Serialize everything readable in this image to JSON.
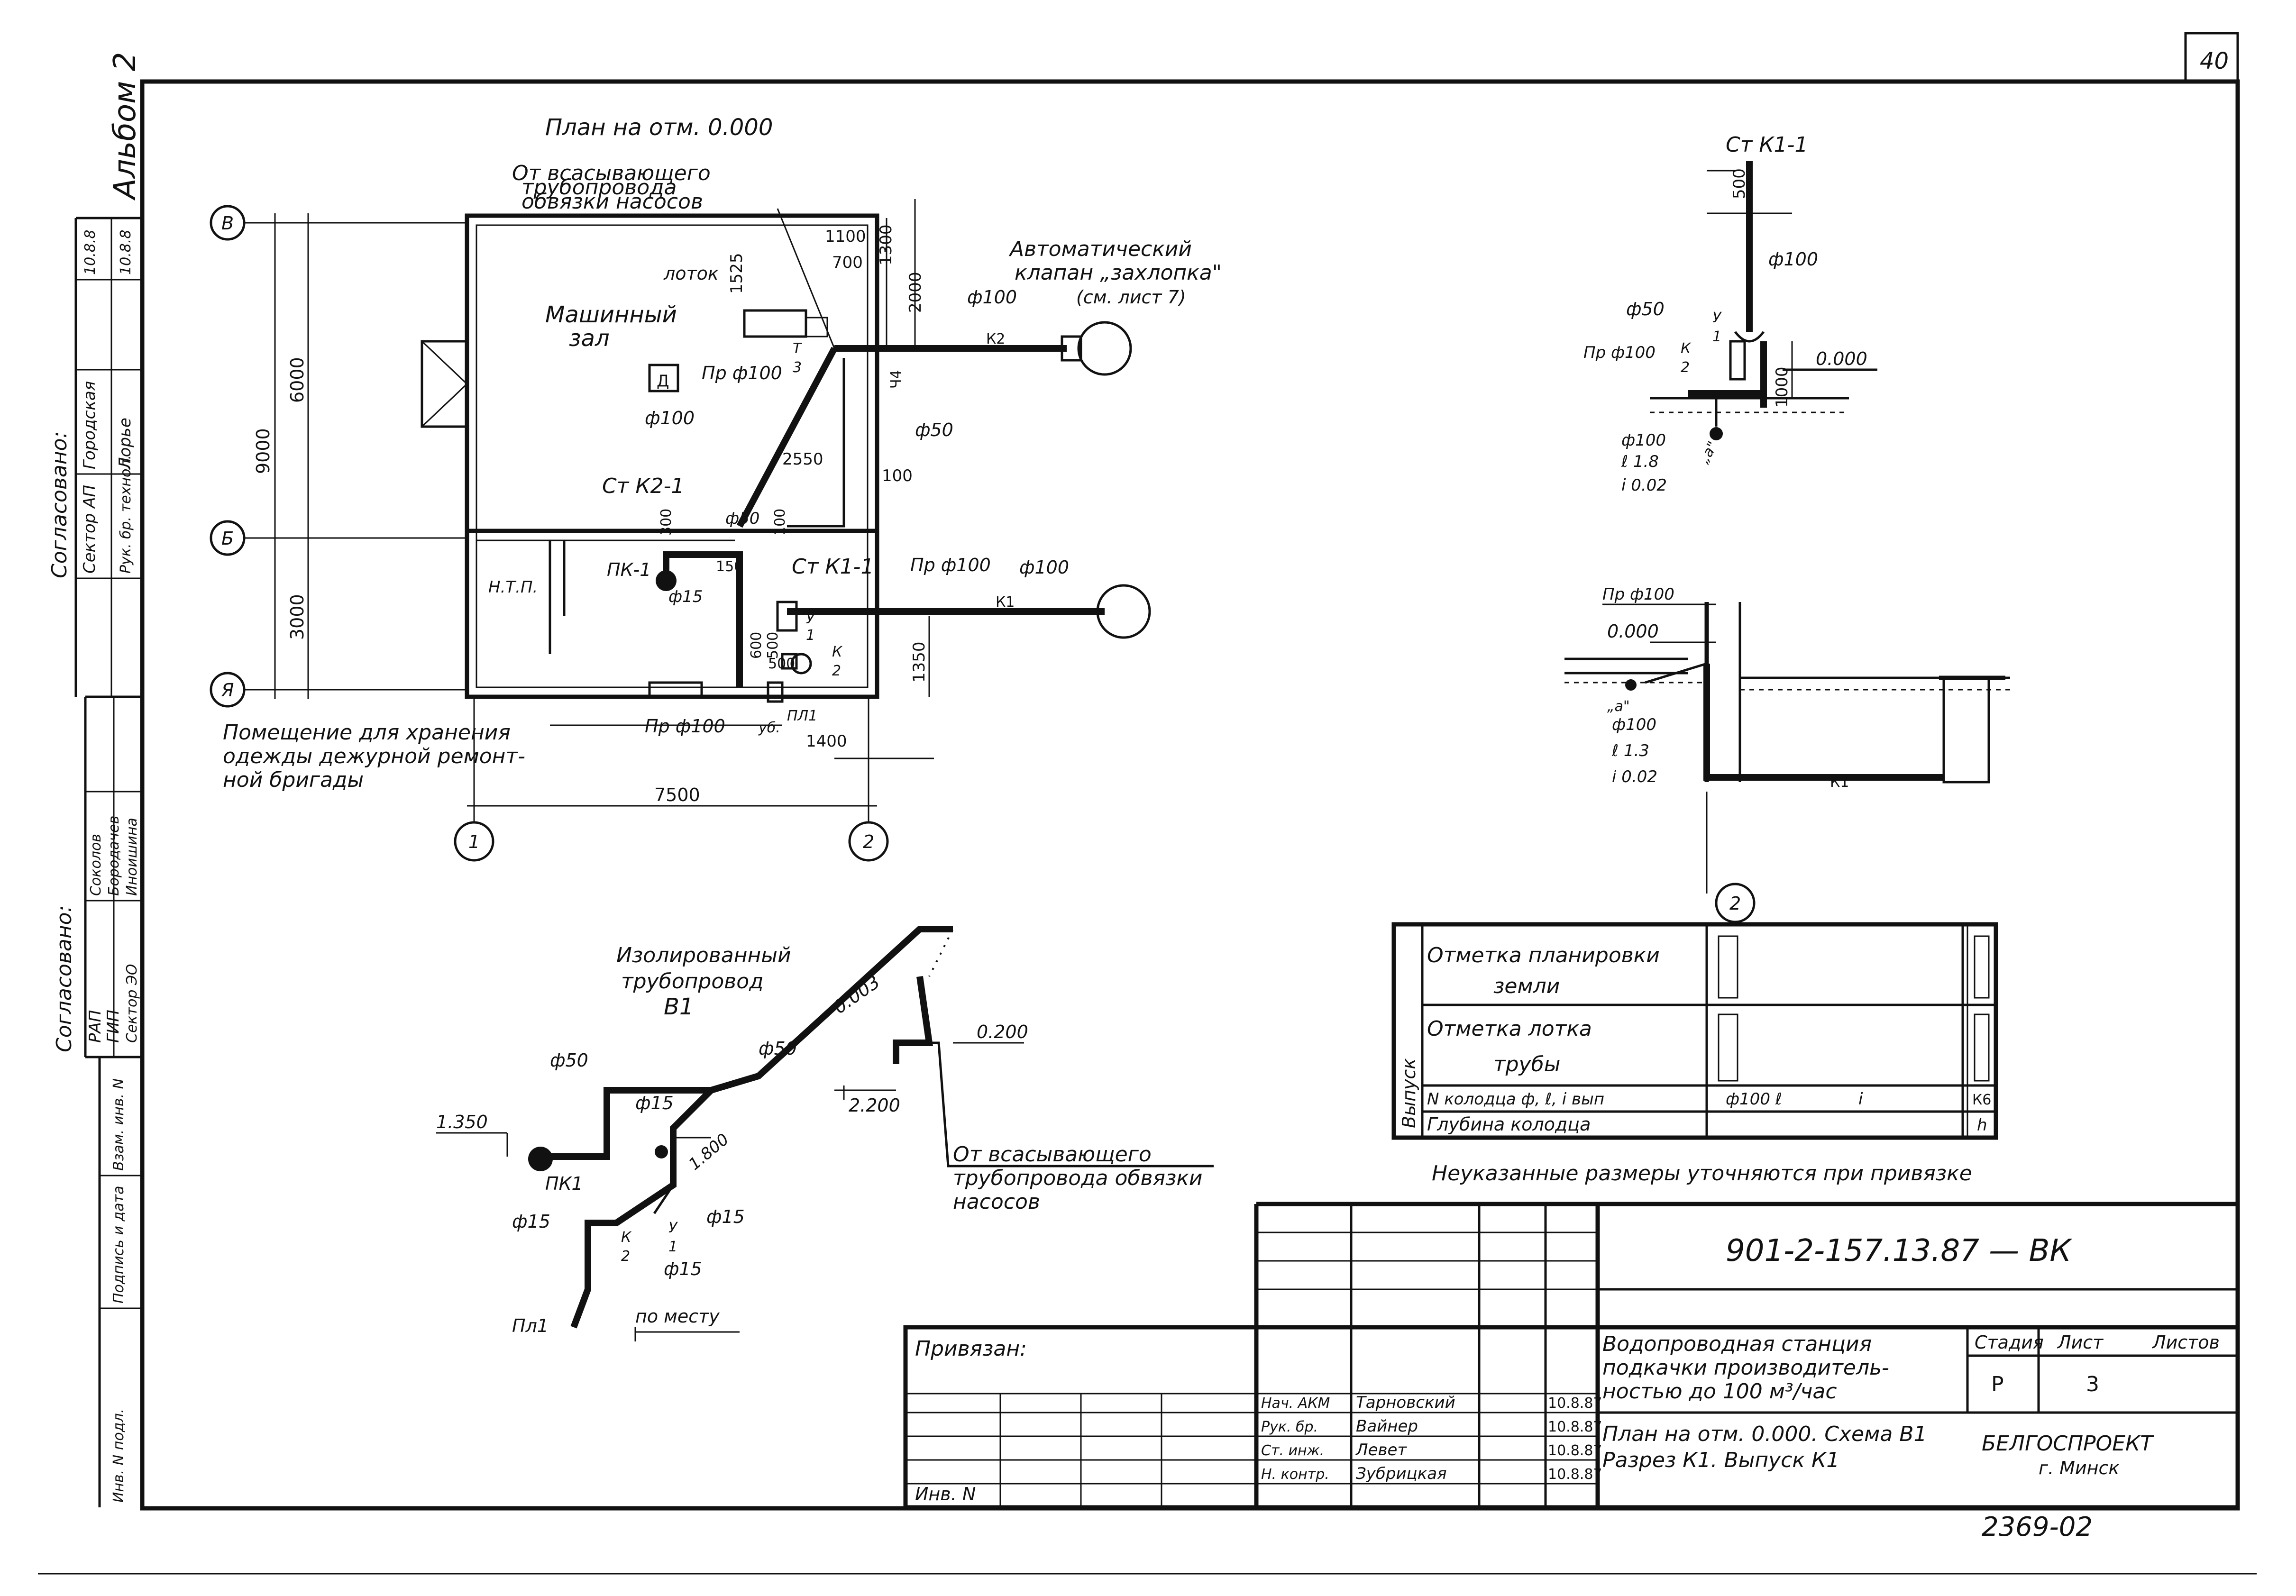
{
  "sheet": {
    "page_number": "40",
    "album": "Альбом 2",
    "inventory_number": "2369-02"
  },
  "plan": {
    "title": "План на отм. 0.000",
    "axes": {
      "b_top": "В",
      "b_mid": "Б",
      "b_bot": "Я",
      "a1": "1",
      "a2": "2"
    },
    "dims": {
      "d9000": "9000",
      "d6000": "6000",
      "d3000": "3000",
      "d7500": "7500",
      "d1400": "1400",
      "d1350": "1350",
      "d1300": "1300",
      "d2000": "2000",
      "d1525": "1525",
      "d1100": "1100",
      "d700": "700",
      "d2550": "2550",
      "d100a": "100",
      "d100b": "100",
      "d300": "300",
      "d150": "150",
      "d500": "500",
      "d600": "600",
      "d500b": "500"
    },
    "labels": {
      "suction_note_1": "От всасывающего",
      "suction_note_2": "трубопровода",
      "suction_note_3": "обвязки насосов",
      "tray": "лоток",
      "hall_1": "Машинный",
      "hall_2": "зал",
      "d_box": "Д",
      "ntp": "Н.Т.П.",
      "pk1": "ПК-1",
      "valve_1": "Автоматический",
      "valve_2": "клапан „захлопка\"",
      "valve_3": "(см. лист 7)",
      "st_k2_1": "Ст К2-1",
      "st_k1_1": "Ст К1-1",
      "room_1": "Помещение для хранения",
      "room_2": "одежды дежурной ремонт-",
      "room_3": "ной бригады",
      "pl1": "ПЛ1",
      "ub": "уб.",
      "k2_line": "К2",
      "k1_line": "К1",
      "ch4": "Ч4"
    },
    "pipes": {
      "pr100_a": "Пр ф100",
      "pr100_b": "Пр ф100",
      "pr100_c": "Пр ф100",
      "f100_a": "ф100",
      "f100_b": "ф100",
      "f100_c": "ф100",
      "f50_a": "ф50",
      "f50_b": "ф50",
      "f15": "ф15",
      "t3": "Т",
      "t3b": "3",
      "y1": "У",
      "y1b": "1",
      "k2": "К",
      "k2b": "2"
    }
  },
  "riser_k1": {
    "title": "Ст К1-1",
    "d500": "500",
    "d1000": "1000",
    "f100": "ф100",
    "f50": "ф50",
    "pr100": "Пр ф100",
    "y": "У",
    "y1": "1",
    "k": "К",
    "k2": "2",
    "elev": "0.000",
    "a": "„а\"",
    "i1": "ф100",
    "i2": "ℓ 1.8",
    "i3": "i 0.02"
  },
  "section_k1": {
    "pr100": "Пр ф100",
    "elev": "0.000",
    "a": "„а\"",
    "i1": "ф100",
    "i2": "ℓ 1.3",
    "i3": "i 0.02",
    "k1": "К1",
    "axis": "2"
  },
  "scheme": {
    "title_1": "Изолированный",
    "title_2": "трубопровод",
    "title_3": "В1",
    "slope": "0.003",
    "f50_a": "ф50",
    "f50_b": "ф50",
    "f15_a": "ф15",
    "f15_b": "ф15",
    "f15_c": "ф15",
    "f15_d": "ф15",
    "e1350": "1.350",
    "e0200": "0.200",
    "e2200": "2.200",
    "e1800": "1.800",
    "pk1": "ПК1",
    "pl1": "Пл1",
    "k": "К",
    "k2": "2",
    "y": "У",
    "y1": "1",
    "in_place": "по месту",
    "suction_1": "От всасывающего",
    "suction_2": "трубопровода обвязки",
    "suction_3": "насосов"
  },
  "outlet_table": {
    "side_label": "Выпуск",
    "row1_a": "Отметка планировки",
    "row1_b": "земли",
    "row2_a": "Отметка лотка",
    "row2_b": "трубы",
    "row3": "N колодца ф, ℓ, i вып",
    "row3_val": "ф100 ℓ",
    "row3_i": "i",
    "row3_k": "К6",
    "row4": "Глубина колодца",
    "row4_h": "h"
  },
  "note": "Неуказанные размеры уточняются при привязке",
  "approvals": {
    "header_1": "Согласовано:",
    "r1_role": "Сектор АП",
    "r1_name": "Городская",
    "r1_date": "10.8.8",
    "r2_role": "Рук. бр. технол.",
    "r2_name": "Лорье",
    "r2_date": "10.8.8",
    "header_2": "Согласовано:",
    "r3_role": "РАП",
    "r3_name": "Соколов",
    "r4_role": "ГИП",
    "r4_name": "Бородачев",
    "r5_role": "Сектор ЭО",
    "r5_name": "Иноишина",
    "stack_1": "Взам. инв. N",
    "stack_2": "Подпись и дата",
    "stack_3": "Инв. N подл."
  },
  "title_block": {
    "code": "901-2-157.13.87 — ВК",
    "bound": "Привязан:",
    "inv": "Инв. N",
    "project_1": "Водопроводная станция",
    "project_2": "подкачки производитель-",
    "project_3": "ностью до 100 м³/час",
    "sheet_1": "План на отм. 0.000. Схема В1",
    "sheet_2": "Разрез К1. Выпуск К1",
    "stage_h": "Стадия",
    "sheet_h": "Лист",
    "sheets_h": "Листов",
    "stage": "Р",
    "sheet": "3",
    "org_1": "БЕЛГОСПРОЕКТ",
    "org_2": "г. Минск",
    "staff": [
      {
        "role": "Нач. АКМ",
        "name": "Тарновский",
        "date": "10.8.87"
      },
      {
        "role": "Рук. бр.",
        "name": "Вайнер",
        "date": "10.8.87"
      },
      {
        "role": "Ст. инж.",
        "name": "Левет",
        "date": "10.8.87"
      },
      {
        "role": "Н. контр.",
        "name": "Зубрицкая",
        "date": "10.8.87"
      }
    ]
  }
}
